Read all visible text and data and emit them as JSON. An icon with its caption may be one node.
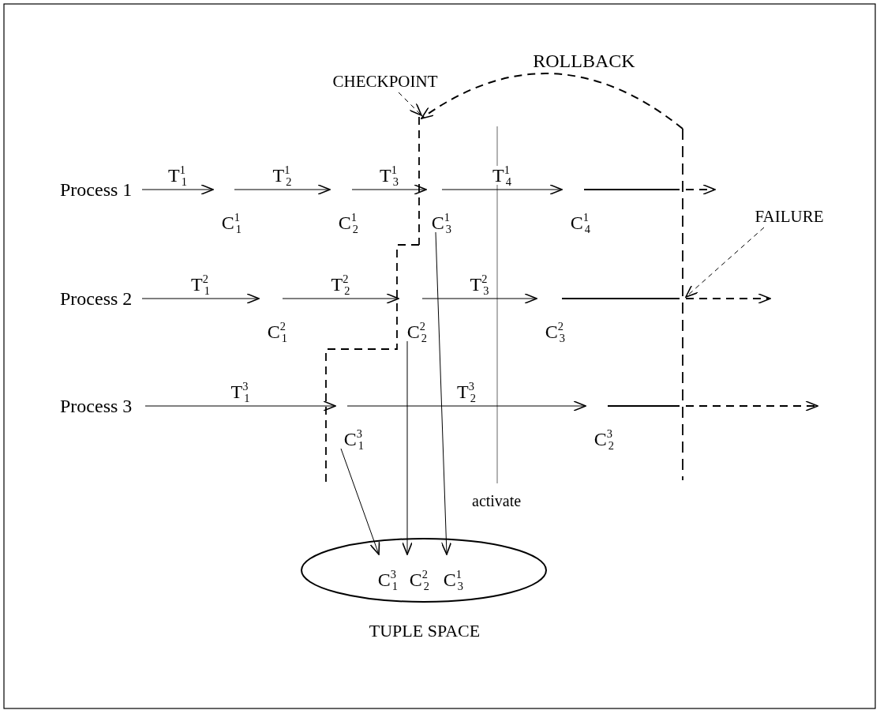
{
  "diagram": {
    "nodes": [
      {
        "text": [
          "CHECKPOINT"
        ]
      },
      {
        "text": [],
        "shape": "line"
      },
      {
        "text": [],
        "shape": "line"
      },
      {
        "text": [
          "Process 1"
        ]
      },
      {
        "text": [
          "C$^{1}$$_{1}$"
        ]
      },
      {
        "text": [
          "C$^{1}$$_{2}$"
        ]
      },
      {
        "text": [
          "C$^{1}$$_{3}$"
        ]
      },
      {
        "text": [
          "C$^{1}$$_{4}$"
        ]
      },
      {
        "text": [
          "FAILURE"
        ]
      },
      {
        "text": [
          "Process 2"
        ]
      },
      {
        "text": [
          "C$^{2}$$_{1}$"
        ]
      },
      {
        "text": [
          "C$^{2}$$_{2}$"
        ]
      },
      {
        "text": [
          "C$^{2}$$_{3}$"
        ]
      },
      {
        "text": [
          "Process 3"
        ]
      },
      {
        "text": [
          "C$^{3}$$_{1}$"
        ]
      },
      {
        "text": [
          "C$^{3}$$_{2}$"
        ]
      },
      {
        "text": [
          "TUPLE SPACE"
        ]
      },
      {
        "text": [
          "C$^{3}$$_{1}$"
        ],
        "in": 16
      },
      {
        "text": [
          "C$^{2}$$_{2}$"
        ],
        "in": 16
      },
      {
        "text": [
          "C$^{1}$$_{3}$"
        ],
        "in": 16
      }
    ],
    "edges": [
      {
        "from": 0,
        "to": 1,
        "arrow": "to",
        "style": "dashed"
      },
      {
        "from": 2,
        "to": 1,
        "arrow": "to",
        "style": "dashed",
        "label": "ROLLBACK"
      },
      {
        "from": 3,
        "to": 4,
        "arrow": "to",
        "label": "T$^{1}$$_{1}$"
      },
      {
        "from": 4,
        "to": 5,
        "arrow": "to",
        "label": "T$^{1}$$_{2}$"
      },
      {
        "from": 5,
        "to": 6,
        "arrow": "to",
        "label": "T$^{1}$$_{3}$"
      },
      {
        "from": 6,
        "to": 7,
        "arrow": "to",
        "label": "T$^{1}$$_{4}$"
      },
      {
        "from": 7,
        "to": 2,
        "arrow": "none"
      },
      {
        "from": 2,
        "to": null,
        "arrow": "to",
        "style": "dashed"
      },
      {
        "from": 8,
        "to": 2,
        "arrow": "to",
        "style": "dashed"
      },
      {
        "from": 9,
        "to": 10,
        "arrow": "to",
        "label": "T$^{2}$$_{1}$"
      },
      {
        "from": 10,
        "to": 11,
        "arrow": "to",
        "label": "T$^{2}$$_{2}$"
      },
      {
        "from": 11,
        "to": 12,
        "arrow": "to",
        "label": "T$^{2}$$_{3}$"
      },
      {
        "from": 12,
        "to": 2,
        "arrow": "none"
      },
      {
        "from": 2,
        "to": null,
        "arrow": "to",
        "style": "dashed"
      },
      {
        "from": 13,
        "to": 14,
        "arrow": "to",
        "label": "T$^{3}$$_{1}$"
      },
      {
        "from": 14,
        "to": 15,
        "arrow": "to",
        "label": "T$^{3}$$_{2}$"
      },
      {
        "from": 15,
        "to": 2,
        "arrow": "none"
      },
      {
        "from": 2,
        "to": null,
        "arrow": "to",
        "style": "dashed"
      },
      {
        "from": 6,
        "to": 19,
        "arrow": "to"
      },
      {
        "from": 11,
        "to": 18,
        "arrow": "to"
      },
      {
        "from": 14,
        "to": 17,
        "arrow": "to"
      }
    ],
    "labels": [
      "activate"
    ]
  }
}
